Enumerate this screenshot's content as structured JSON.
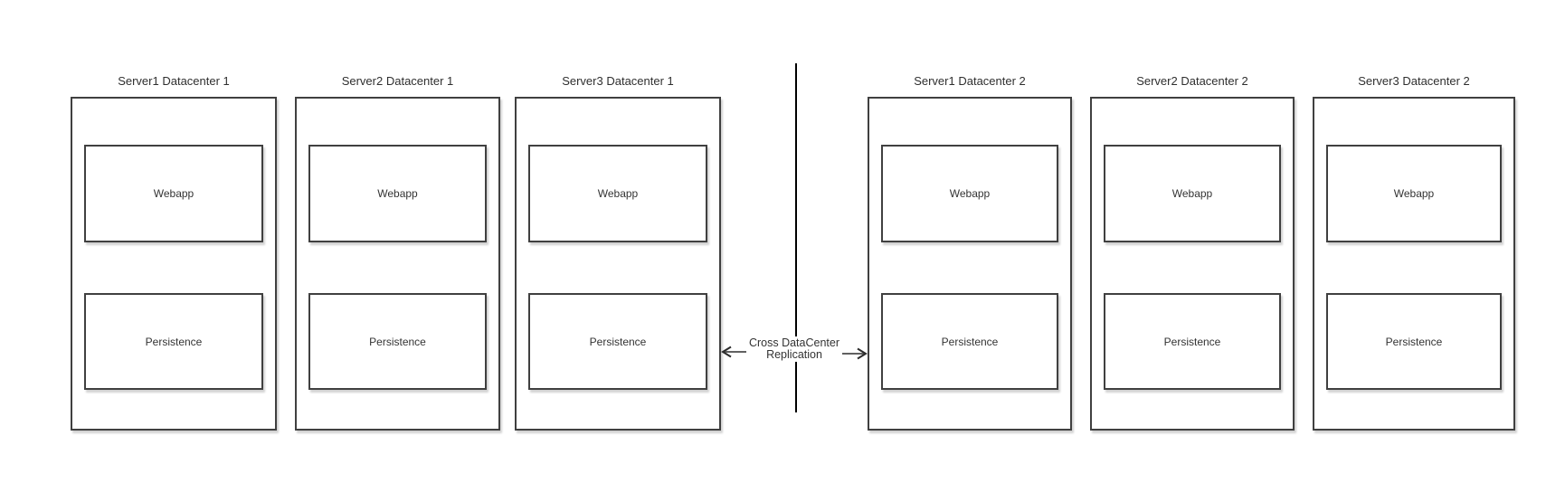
{
  "colors": {
    "background": "#ffffff",
    "box_stroke": "#404040",
    "divider": "#000000",
    "arrow": "#4d4d4d",
    "text": "#333333"
  },
  "datacenter1": {
    "servers": [
      {
        "title": "Server1 Datacenter 1",
        "webapp": "Webapp",
        "persistence": "Persistence"
      },
      {
        "title": "Server2 Datacenter 1",
        "webapp": "Webapp",
        "persistence": "Persistence"
      },
      {
        "title": "Server3 Datacenter 1",
        "webapp": "Webapp",
        "persistence": "Persistence"
      }
    ]
  },
  "datacenter2": {
    "servers": [
      {
        "title": "Server1 Datacenter 2",
        "webapp": "Webapp",
        "persistence": "Persistence"
      },
      {
        "title": "Server2 Datacenter 2",
        "webapp": "Webapp",
        "persistence": "Persistence"
      },
      {
        "title": "Server3 Datacenter 2",
        "webapp": "Webapp",
        "persistence": "Persistence"
      }
    ]
  },
  "replication": {
    "line1": "Cross DataCenter",
    "line2": "Replication"
  }
}
